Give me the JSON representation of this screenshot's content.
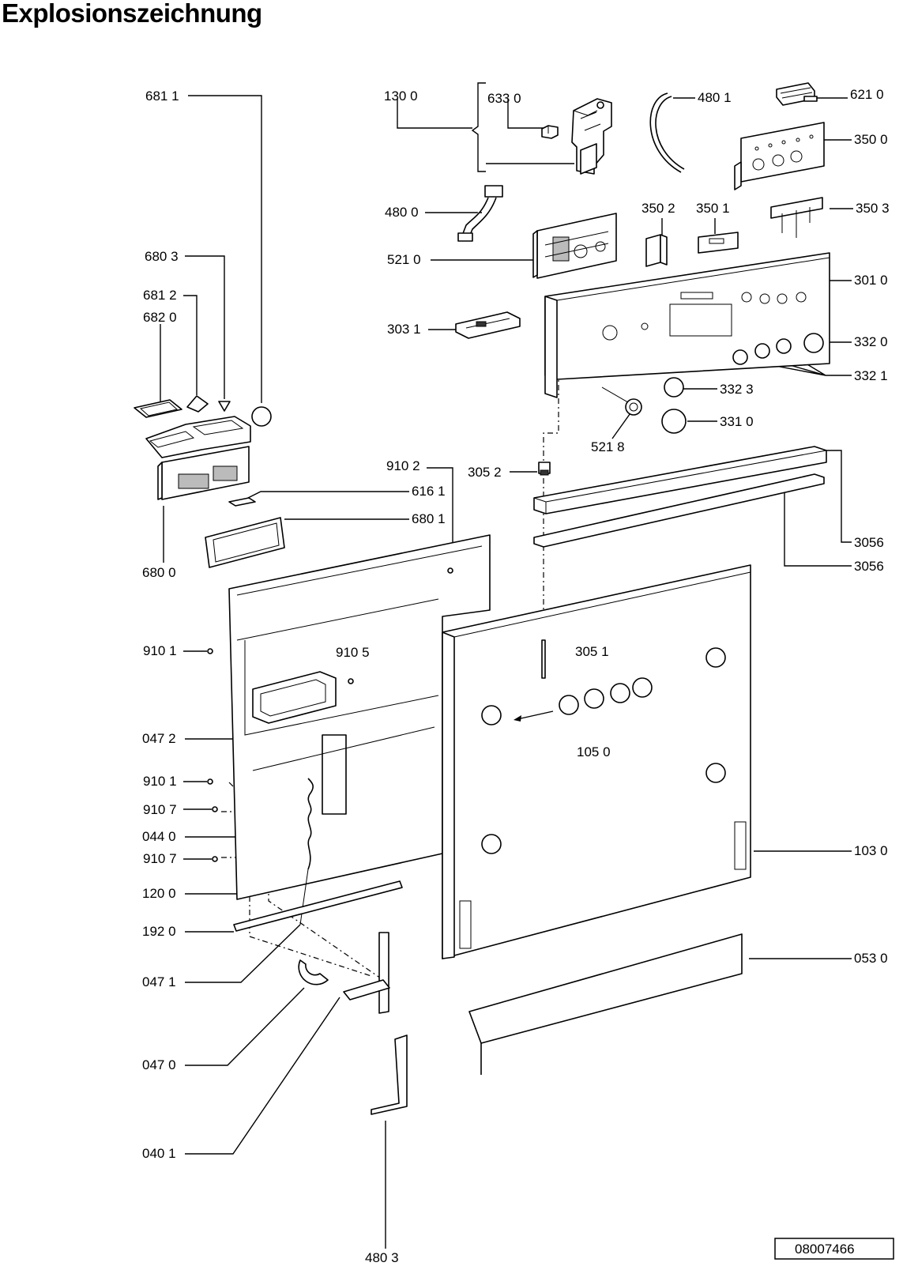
{
  "title": "Explosionszeichnung",
  "document_number": "08007466",
  "part_labels": {
    "p6811": "681 1",
    "p1300": "130 0",
    "p6330": "633 0",
    "p4801": "480 1",
    "p6210": "621 0",
    "p3500": "350 0",
    "p4800": "480 0",
    "p3502": "350 2",
    "p3501": "350 1",
    "p3503": "350 3",
    "p6803": "680 3",
    "p5210": "521 0",
    "p3010": "301 0",
    "p6812": "681 2",
    "p6820": "682 0",
    "p3031": "303 1",
    "p3320": "332 0",
    "p3321": "332 1",
    "p3323": "332 3",
    "p3310": "331 0",
    "p5218": "521 8",
    "p9102": "910 2",
    "p3052": "305 2",
    "p6161": "616 1",
    "p6801": "680 1",
    "p3056a": "3056",
    "p3056b": "3056",
    "p6800": "680 0",
    "p9101a": "910 1",
    "p9105": "910 5",
    "p3051": "305 1",
    "p0472": "047 2",
    "p1050": "105 0",
    "p9101b": "910 1",
    "p9107a": "910 7",
    "p0440": "044 0",
    "p9107b": "910 7",
    "p1030": "103 0",
    "p1200": "120 0",
    "p1920": "192 0",
    "p0530": "053 0",
    "p0471": "047 1",
    "p0470": "047 0",
    "p0401": "040 1",
    "p4803": "480 3"
  }
}
